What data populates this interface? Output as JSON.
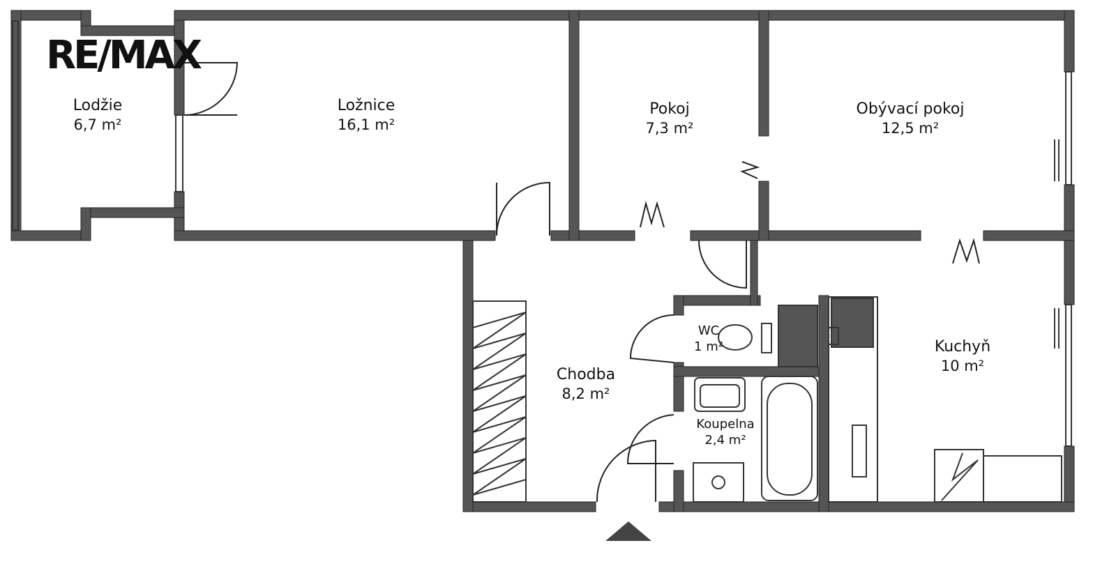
{
  "brand": {
    "logo_text": "RE/MAX"
  },
  "rooms": {
    "lodzie": {
      "name": "Lodžie",
      "area": "6,7 m²"
    },
    "loznice": {
      "name": "Ložnice",
      "area": "16,1 m²"
    },
    "pokoj": {
      "name": "Pokoj",
      "area": "7,3 m²"
    },
    "obyvaci": {
      "name": "Obývací pokoj",
      "area": "12,5 m²"
    },
    "wc": {
      "name": "WC",
      "area": "1 m²"
    },
    "chodba": {
      "name": "Chodba",
      "area": "8,2 m²"
    },
    "koupelna": {
      "name": "Koupelna",
      "area": "2,4 m²"
    },
    "kuchyn": {
      "name": "Kuchyň",
      "area": "10 m²"
    }
  },
  "colors": {
    "wall": "#555555",
    "wall_edge": "#2b2b2b",
    "fixture": "#555555",
    "background": "#ffffff",
    "entrance_marker": "#444444"
  }
}
